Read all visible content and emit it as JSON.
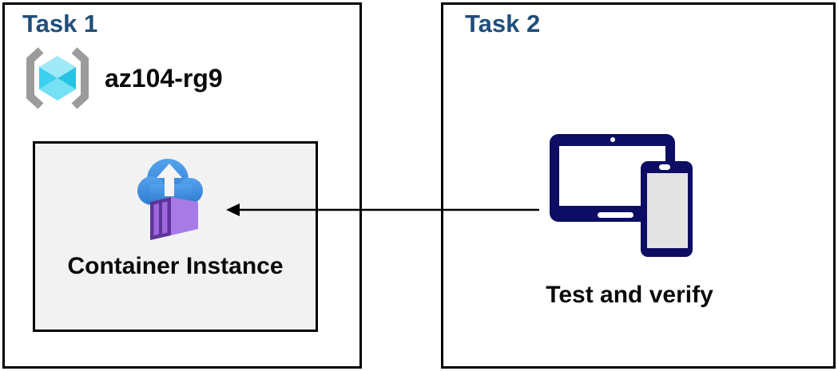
{
  "diagram": {
    "task1": {
      "title": "Task 1",
      "resource_group": {
        "name": "az104-rg9",
        "icon": "resource-group-icon"
      },
      "container_box": {
        "label": "Container Instance",
        "icon": "container-instance-icon"
      }
    },
    "task2": {
      "title": "Task 2",
      "devices": {
        "label": "Test and verify",
        "icon": "tablet-phone-icon"
      }
    },
    "arrow": {
      "from": "task2-devices",
      "to": "container-instance-box",
      "direction": "right-to-left"
    },
    "colors": {
      "task_title": "#1F4E79",
      "box_border": "#000000",
      "container_box_fill": "#F2F2F2",
      "device_navy": "#0D0D64",
      "device_screen_gray": "#E3E3E3",
      "cloud_blue_top": "#55A2EE",
      "cloud_blue_bottom": "#2E7CD0",
      "container_purple_front": "#A87AE6",
      "container_purple_dark": "#5D3499",
      "container_purple_panel": "#9E68DD",
      "container_purple_top": "#C19BF1",
      "cube_top": "#9FE9F8",
      "cube_left": "#3BD0ED",
      "cube_right": "#27C3E4",
      "cube_bottom": "#76E1F4",
      "bracket_gray": "#9B9B9B",
      "label_black": "#0A0A0A"
    }
  }
}
